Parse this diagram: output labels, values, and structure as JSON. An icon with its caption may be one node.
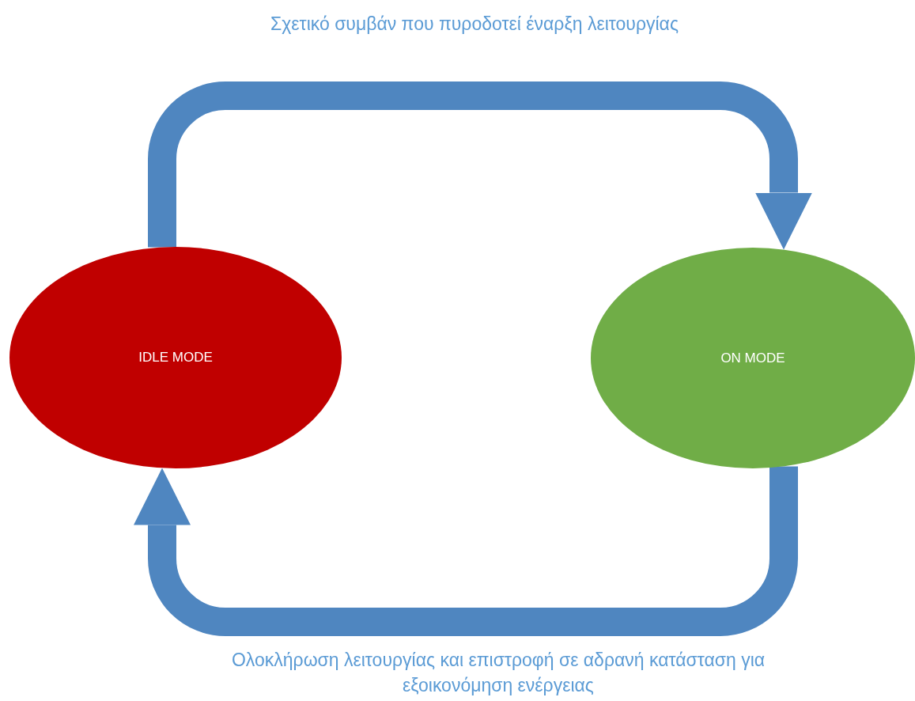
{
  "diagram": {
    "nodes": [
      {
        "text": [
          "IDLE MODE"
        ]
      },
      {
        "text": [
          "ON MODE"
        ]
      }
    ],
    "edges": [
      {
        "from": 0,
        "to": 1,
        "arrow": "to",
        "label": "Σχετικό συμβάν που πυροδοτεί έναρξη λειτουργίας"
      },
      {
        "from": 1,
        "to": 0,
        "arrow": "to",
        "label": "Ολοκλήρωση λειτουργίας και επιστροφή σε αδρανή κατάσταση για εξοικονόμηση ενέργειας"
      }
    ]
  }
}
